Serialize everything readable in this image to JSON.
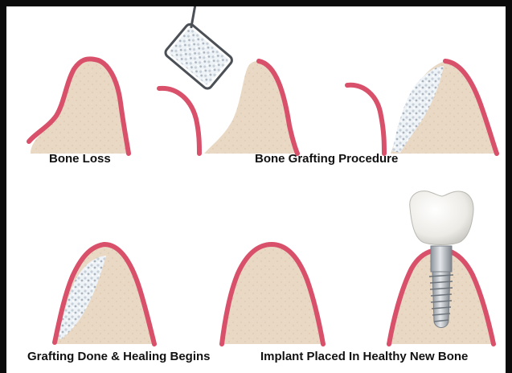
{
  "captions": {
    "bone_loss": "Bone Loss",
    "bone_grafting": "Bone Grafting Procedure",
    "grafting_done": "Grafting Done & Healing Begins",
    "implant_placed": "Implant Placed In Healthy New Bone"
  },
  "colors": {
    "bone": "#e9d8c4",
    "gum": "#d9506a",
    "graft": "#eef3f7",
    "crown": "#f4f4f2",
    "implant": "#b9bec4",
    "frame": "#0b0b0b"
  },
  "icons": [
    "bone-ridge-icon",
    "gum-line-icon",
    "graft-material-icon",
    "grafting-tool-icon",
    "dental-crown-icon",
    "implant-screw-icon"
  ]
}
